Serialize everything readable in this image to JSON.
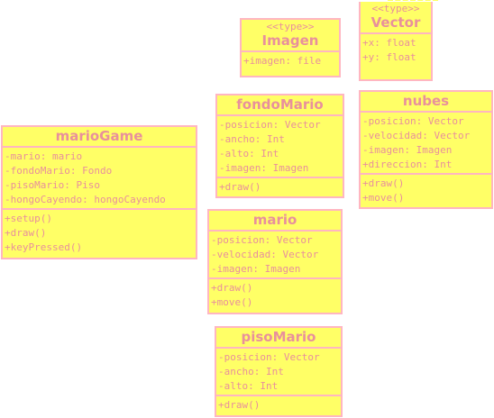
{
  "classes": {
    "imagen": {
      "stereotype": "<<type>>",
      "name": "Imagen",
      "attributes": [
        "+imagen: file"
      ],
      "methods": []
    },
    "vector": {
      "stereotype": "<<type>>",
      "name": "Vector",
      "attributes": [
        "+x: float",
        "+y: float"
      ],
      "methods": []
    },
    "fondoMario": {
      "name": "fondoMario",
      "attributes": [
        "-posicion: Vector",
        "-ancho: Int",
        "-alto: Int",
        "-imagen: Imagen"
      ],
      "methods": [
        "+draw()"
      ]
    },
    "nubes": {
      "name": "nubes",
      "attributes": [
        "-posicion: Vector",
        "-velocidad: Vector",
        "-imagen: Imagen",
        "+direccion: Int"
      ],
      "methods": [
        "+draw()",
        "+move()"
      ]
    },
    "marioGame": {
      "name": "marioGame",
      "attributes": [
        "-mario: mario",
        "-fondoMario: Fondo",
        "-pisoMario: Piso",
        "-hongoCayendo: hongoCayendo"
      ],
      "methods": [
        "+setup()",
        "+draw()",
        "+keyPressed()"
      ]
    },
    "mario": {
      "name": "mario",
      "attributes": [
        "-posicion: Vector",
        "-velocidad: Vector",
        "-imagen: Imagen"
      ],
      "methods": [
        "+draw()",
        "+move()"
      ]
    },
    "pisoMario": {
      "name": "pisoMario",
      "attributes": [
        "-posicion: Vector",
        "-ancho: Int",
        "-alto: Int"
      ],
      "methods": [
        "+draw()"
      ]
    }
  },
  "colors": {
    "box_fill": "#ffff66",
    "border": "#ffb6c1",
    "text": "#e8909c"
  }
}
